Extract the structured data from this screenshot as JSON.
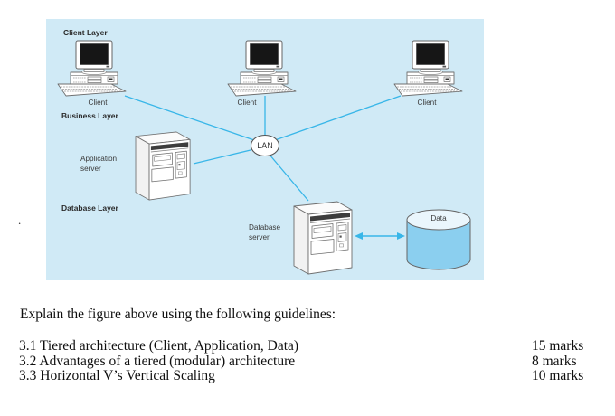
{
  "figure": {
    "layer_labels": {
      "client": "Client Layer",
      "business": "Business Layer",
      "database": "Database Layer"
    },
    "node_labels": {
      "client1": "Client",
      "client2": "Client",
      "client3": "Client",
      "lan": "LAN",
      "app_server": "Application\nserver",
      "db_server": "Database\nserver",
      "data_store": "Data"
    },
    "stray_mark": ".",
    "colors": {
      "panel_bg": "#d0eaf6",
      "connector": "#38b6e8",
      "cylinder_body": "#8bcfef",
      "cylinder_top": "#eaf6fc",
      "outline": "#6e6e6e",
      "screen": "#161616"
    }
  },
  "question": {
    "intro": "Explain the figure above using the following guidelines:",
    "items": [
      {
        "text": "3.1 Tiered architecture (Client, Application, Data)",
        "marks": "15 marks"
      },
      {
        "text": "3.2 Advantages of a tiered (modular) architecture",
        "marks": "8 marks"
      },
      {
        "text": "3.3 Horizontal V’s Vertical Scaling",
        "marks": "10 marks"
      }
    ]
  }
}
